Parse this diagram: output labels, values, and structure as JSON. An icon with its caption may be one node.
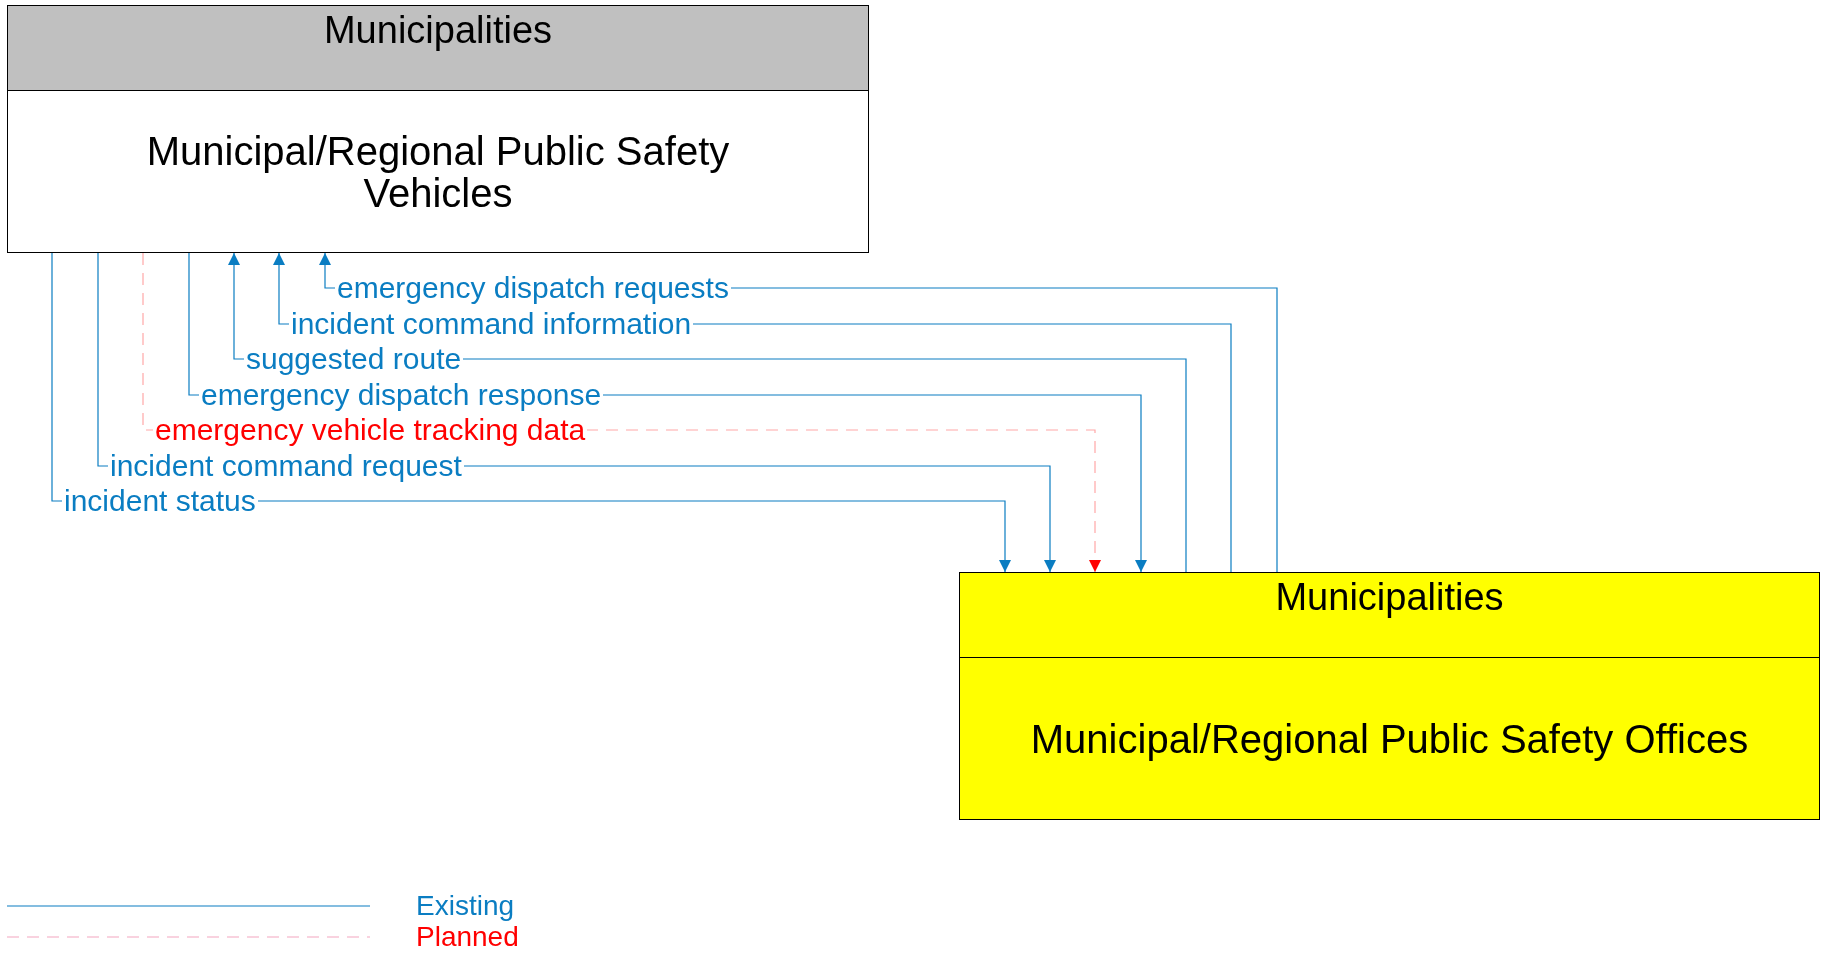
{
  "diagram": {
    "nodes": [
      {
        "text": [
          "Municipalities",
          "Municipal/Regional Public Safety Vehicles"
        ]
      },
      {
        "text": [
          "Municipalities",
          "Municipal/Regional Public Safety Offices"
        ]
      }
    ],
    "edges": [
      {
        "from": 1,
        "to": 0,
        "arrow": "to",
        "label": "emergency dispatch requests"
      },
      {
        "from": 1,
        "to": 0,
        "arrow": "to",
        "label": "incident command information"
      },
      {
        "from": 1,
        "to": 0,
        "arrow": "to",
        "label": "suggested route"
      },
      {
        "from": 0,
        "to": 1,
        "arrow": "to",
        "label": "emergency dispatch response"
      },
      {
        "from": 0,
        "to": 1,
        "arrow": "to",
        "label": "emergency vehicle tracking data",
        "style": "dashed",
        "color": "#ff0000"
      },
      {
        "from": 0,
        "to": 1,
        "arrow": "to",
        "label": "incident command request"
      },
      {
        "from": 0,
        "to": 1,
        "arrow": "to",
        "label": "incident status"
      }
    ],
    "legend": [
      {
        "text": "Existing"
      },
      {
        "text": "Planned"
      }
    ]
  }
}
